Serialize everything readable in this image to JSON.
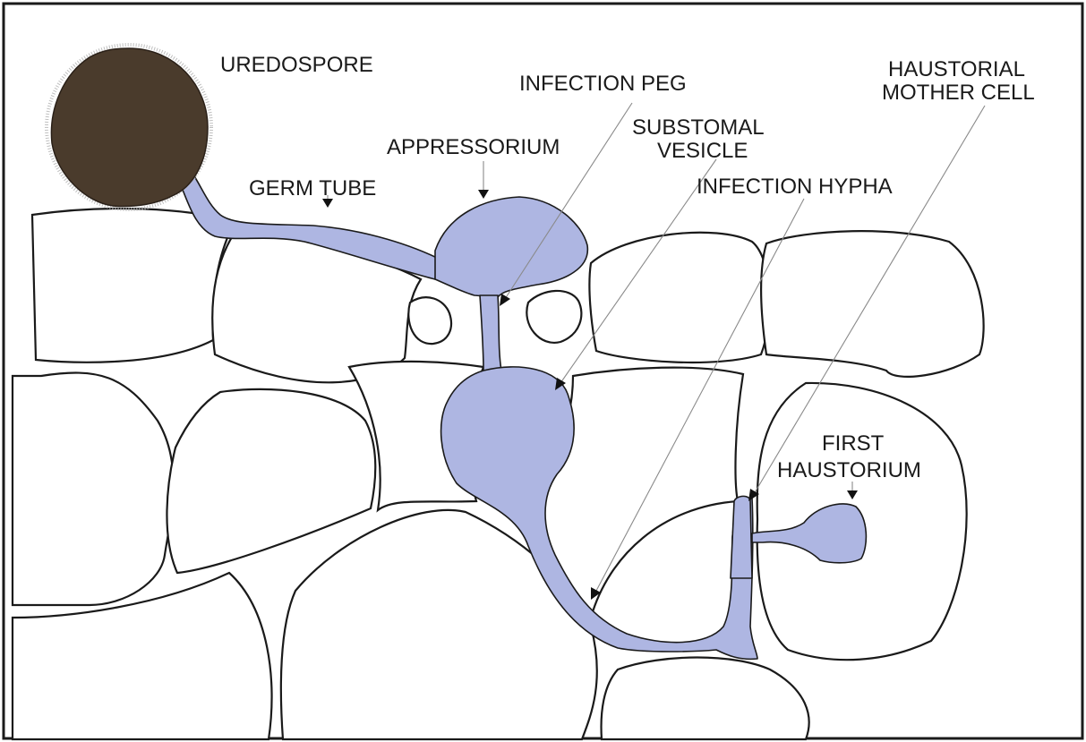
{
  "colors": {
    "fungus": "#aeb6e2",
    "spore": "#4a3b2c",
    "outline": "#1a1a1a",
    "leader": "#8a8a8a"
  },
  "labels": {
    "uredospore": "UREDOSPORE",
    "infection_peg": "INFECTION PEG",
    "haustorial_line1": "HAUSTORIAL",
    "haustorial_line2": "MOTHER CELL",
    "substomal_line1": "SUBSTOMAL",
    "substomal_line2": "VESICLE",
    "appressorium": "APPRESSORIUM",
    "infection_hypha": "INFECTION HYPHA",
    "germ_tube": "GERM TUBE",
    "first_line1": "FIRST",
    "first_line2": "HAUSTORIUM"
  }
}
